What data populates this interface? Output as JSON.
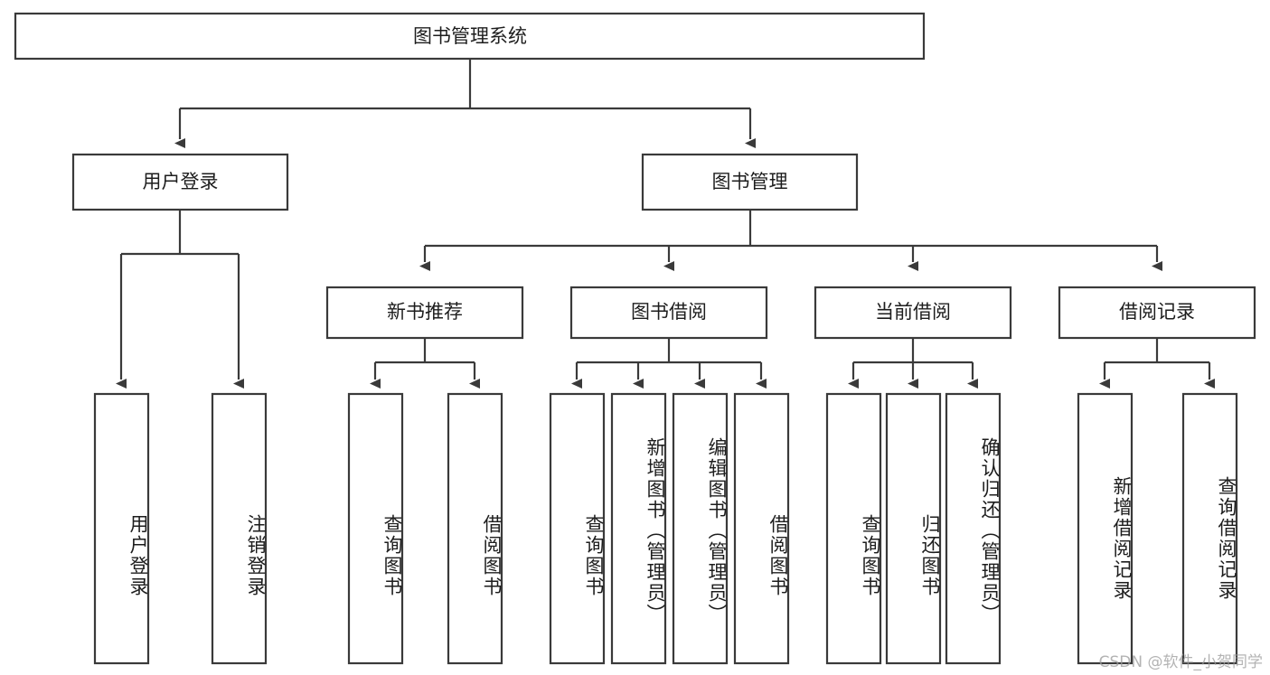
{
  "diagram": {
    "title": "图书管理系统",
    "type": "hierarchy-tree",
    "watermark": "CSDN @软件_小贺同学",
    "colors": {
      "stroke": "#3a3a3a",
      "fill": "#ffffff",
      "text": "#1d1d1d",
      "watermark": "#9a9a9a"
    },
    "root": {
      "label": "图书管理系统"
    },
    "level2": [
      {
        "id": "user-login",
        "label": "用户登录"
      },
      {
        "id": "book-manage",
        "label": "图书管理"
      }
    ],
    "level3": [
      {
        "id": "new-book-recommend",
        "label": "新书推荐"
      },
      {
        "id": "book-borrow",
        "label": "图书借阅"
      },
      {
        "id": "current-borrow",
        "label": "当前借阅"
      },
      {
        "id": "borrow-record",
        "label": "借阅记录"
      }
    ],
    "leaves": {
      "user_login": [
        {
          "id": "leaf-user-login",
          "label": "用户登录"
        },
        {
          "id": "leaf-logout-login",
          "label": "注销登录"
        }
      ],
      "new_book_recommend": [
        {
          "id": "leaf-query-book-1",
          "label": "查询图书"
        },
        {
          "id": "leaf-borrow-book-1",
          "label": "借阅图书"
        }
      ],
      "book_borrow": [
        {
          "id": "leaf-query-book-2",
          "label": "查询图书"
        },
        {
          "id": "leaf-add-book",
          "label": "新增图书（管理员）"
        },
        {
          "id": "leaf-edit-book",
          "label": "编辑图书（管理员）"
        },
        {
          "id": "leaf-borrow-book-2",
          "label": "借阅图书"
        }
      ],
      "current_borrow": [
        {
          "id": "leaf-query-book-3",
          "label": "查询图书"
        },
        {
          "id": "leaf-return-book",
          "label": "归还图书"
        },
        {
          "id": "leaf-confirm-return",
          "label": "确认归还（管理员）"
        }
      ],
      "borrow_record": [
        {
          "id": "leaf-add-record",
          "label": "新增借阅记录"
        },
        {
          "id": "leaf-query-record",
          "label": "查询借阅记录"
        }
      ]
    }
  }
}
